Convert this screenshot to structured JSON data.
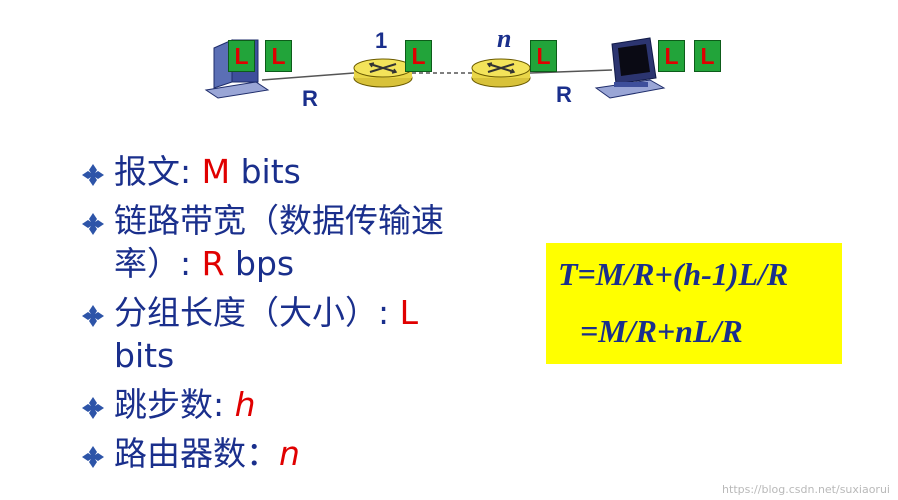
{
  "network": {
    "packet_letter": "L",
    "router_labels": {
      "first": "1",
      "last": "n"
    },
    "link_labels": {
      "left": "R",
      "right": "R"
    },
    "icons": [
      "computer-icon",
      "router-icon",
      "packet-icon"
    ],
    "colors": {
      "packet": "#22a43a",
      "router": "#f3e35a",
      "text": "#1a2f8c"
    }
  },
  "bullets": [
    {
      "text": "报文: ",
      "value": "M",
      "rest": " bits"
    },
    {
      "text": "链路带宽（数据传输速率）: ",
      "value": "R",
      "rest": " bps"
    },
    {
      "text": "分组长度（大小）: ",
      "value": "L",
      "rest": " bits"
    },
    {
      "text": "跳步数: ",
      "value": "h",
      "rest": ""
    },
    {
      "text": "路由器数：",
      "value": "n",
      "rest": ""
    }
  ],
  "formula": {
    "line1": "T=M/R+(h-1)L/R",
    "line2": "=M/R+nL/R",
    "background": "#ffff00"
  },
  "watermark": "https://blog.csdn.net/suxiaorui"
}
